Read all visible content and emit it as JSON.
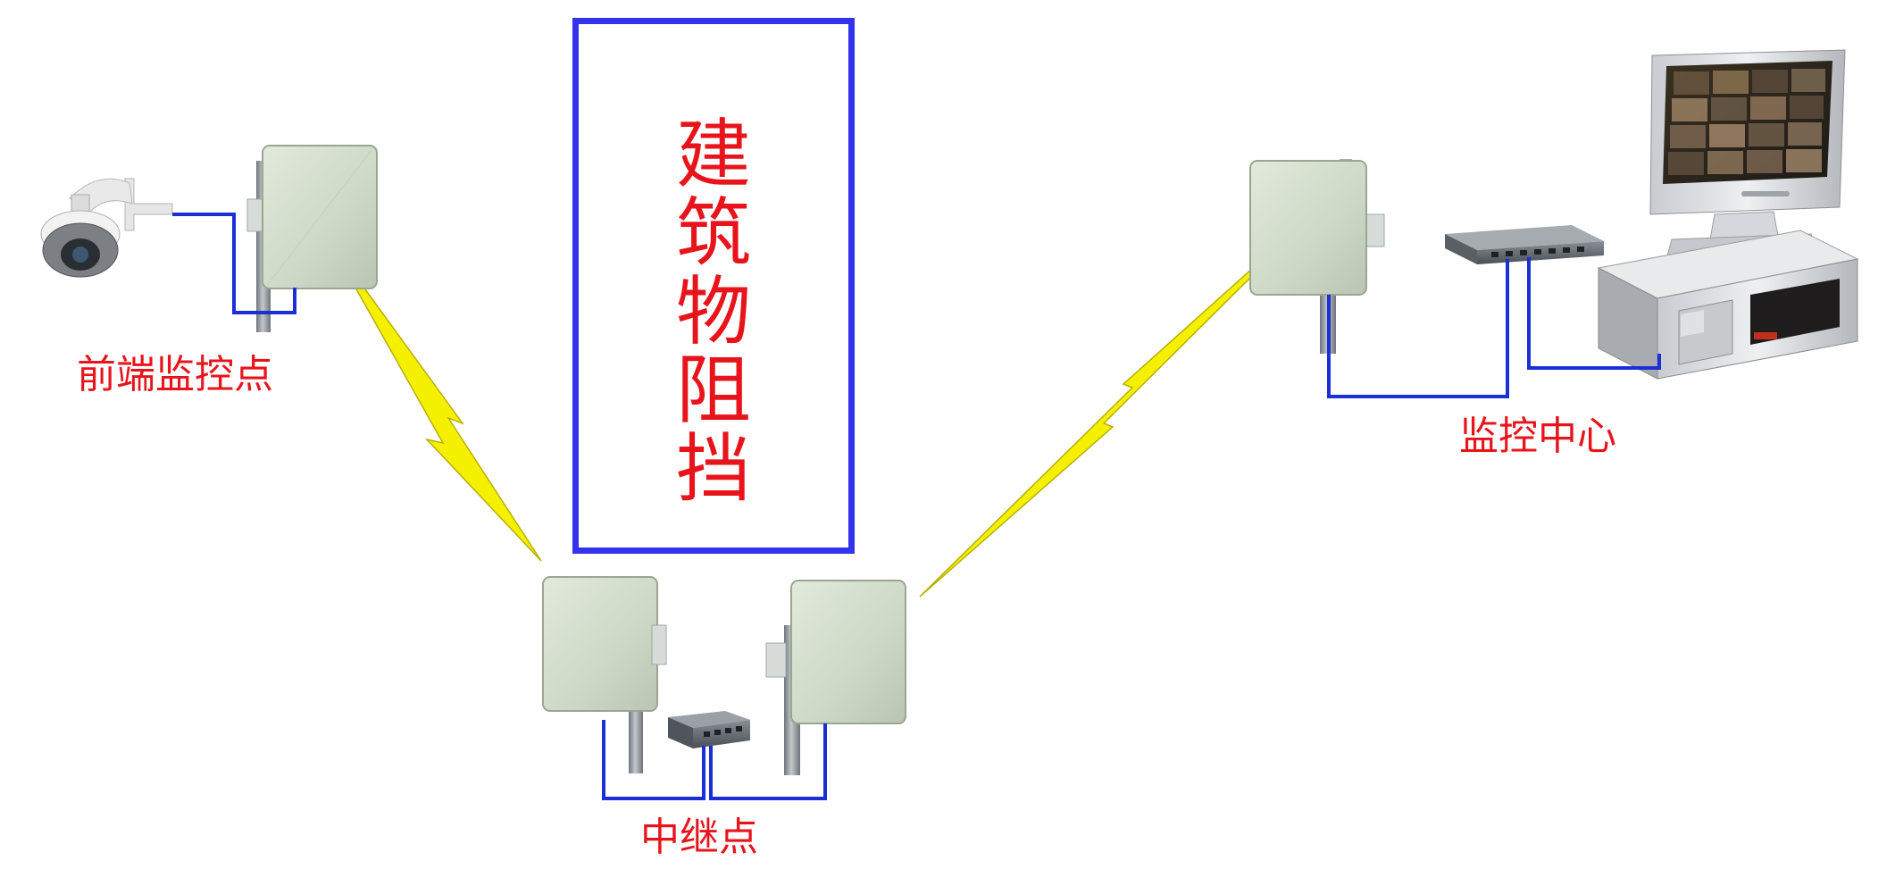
{
  "labels": {
    "front_site": "前端监控点",
    "control_center": "监控中心",
    "relay_site": "中继点",
    "obstacle": "建筑物阻挡"
  },
  "colors": {
    "label_text": "#e8141c",
    "obstacle_border": "#3333ee",
    "cable": "#1a2fd6",
    "wireless_link": "#f4f000",
    "antenna_panel": "#d3ddcc",
    "pole": "#8d949a"
  },
  "icons": {
    "camera": "ptz-dome-camera-icon",
    "antenna": "panel-antenna-icon",
    "switch": "network-switch-icon",
    "monitor": "monitor-icon",
    "recorder": "rack-recorder-icon",
    "link": "lightning-link-icon"
  }
}
